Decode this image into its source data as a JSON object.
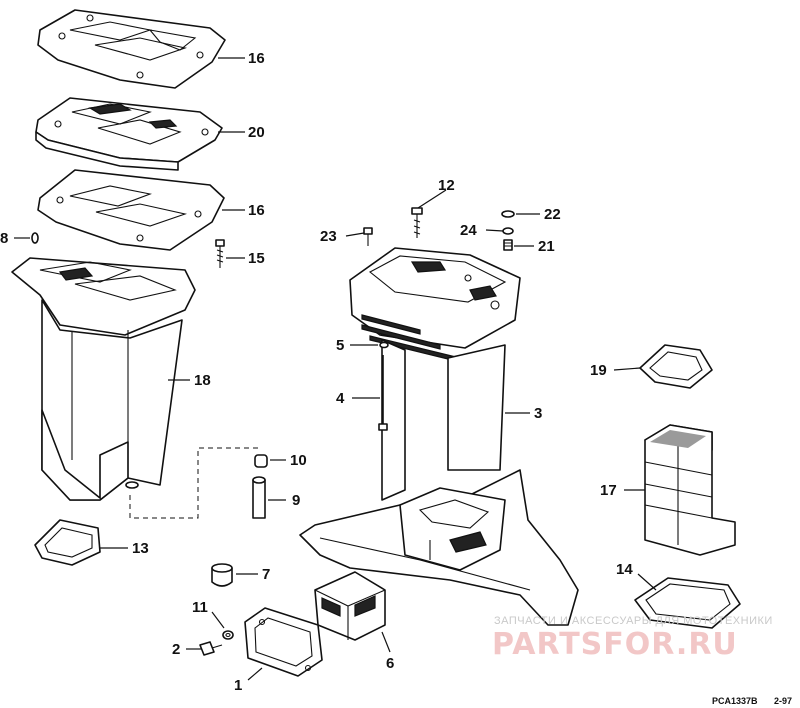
{
  "callouts": {
    "c1": "1",
    "c2": "2",
    "c3": "3",
    "c4": "4",
    "c5": "5",
    "c6": "6",
    "c7": "7",
    "c8": "8",
    "c9": "9",
    "c10": "10",
    "c11": "11",
    "c12": "12",
    "c13": "13",
    "c14": "14",
    "c15": "15",
    "c16a": "16",
    "c16b": "16",
    "c17": "17",
    "c18": "18",
    "c19": "19",
    "c20": "20",
    "c21": "21",
    "c22": "22",
    "c23": "23",
    "c24": "24"
  },
  "watermark": {
    "tagline": "ЗАПЧАСТИ И АКСЕССУАРЫ ДЛЯ МОТОТЕХНИКИ",
    "brand": "PARTSFOR.RU"
  },
  "footer": {
    "code": "PCA1337B",
    "page": "2-97"
  },
  "colors": {
    "ink": "#111111",
    "watermark": "#f2c7c7"
  }
}
